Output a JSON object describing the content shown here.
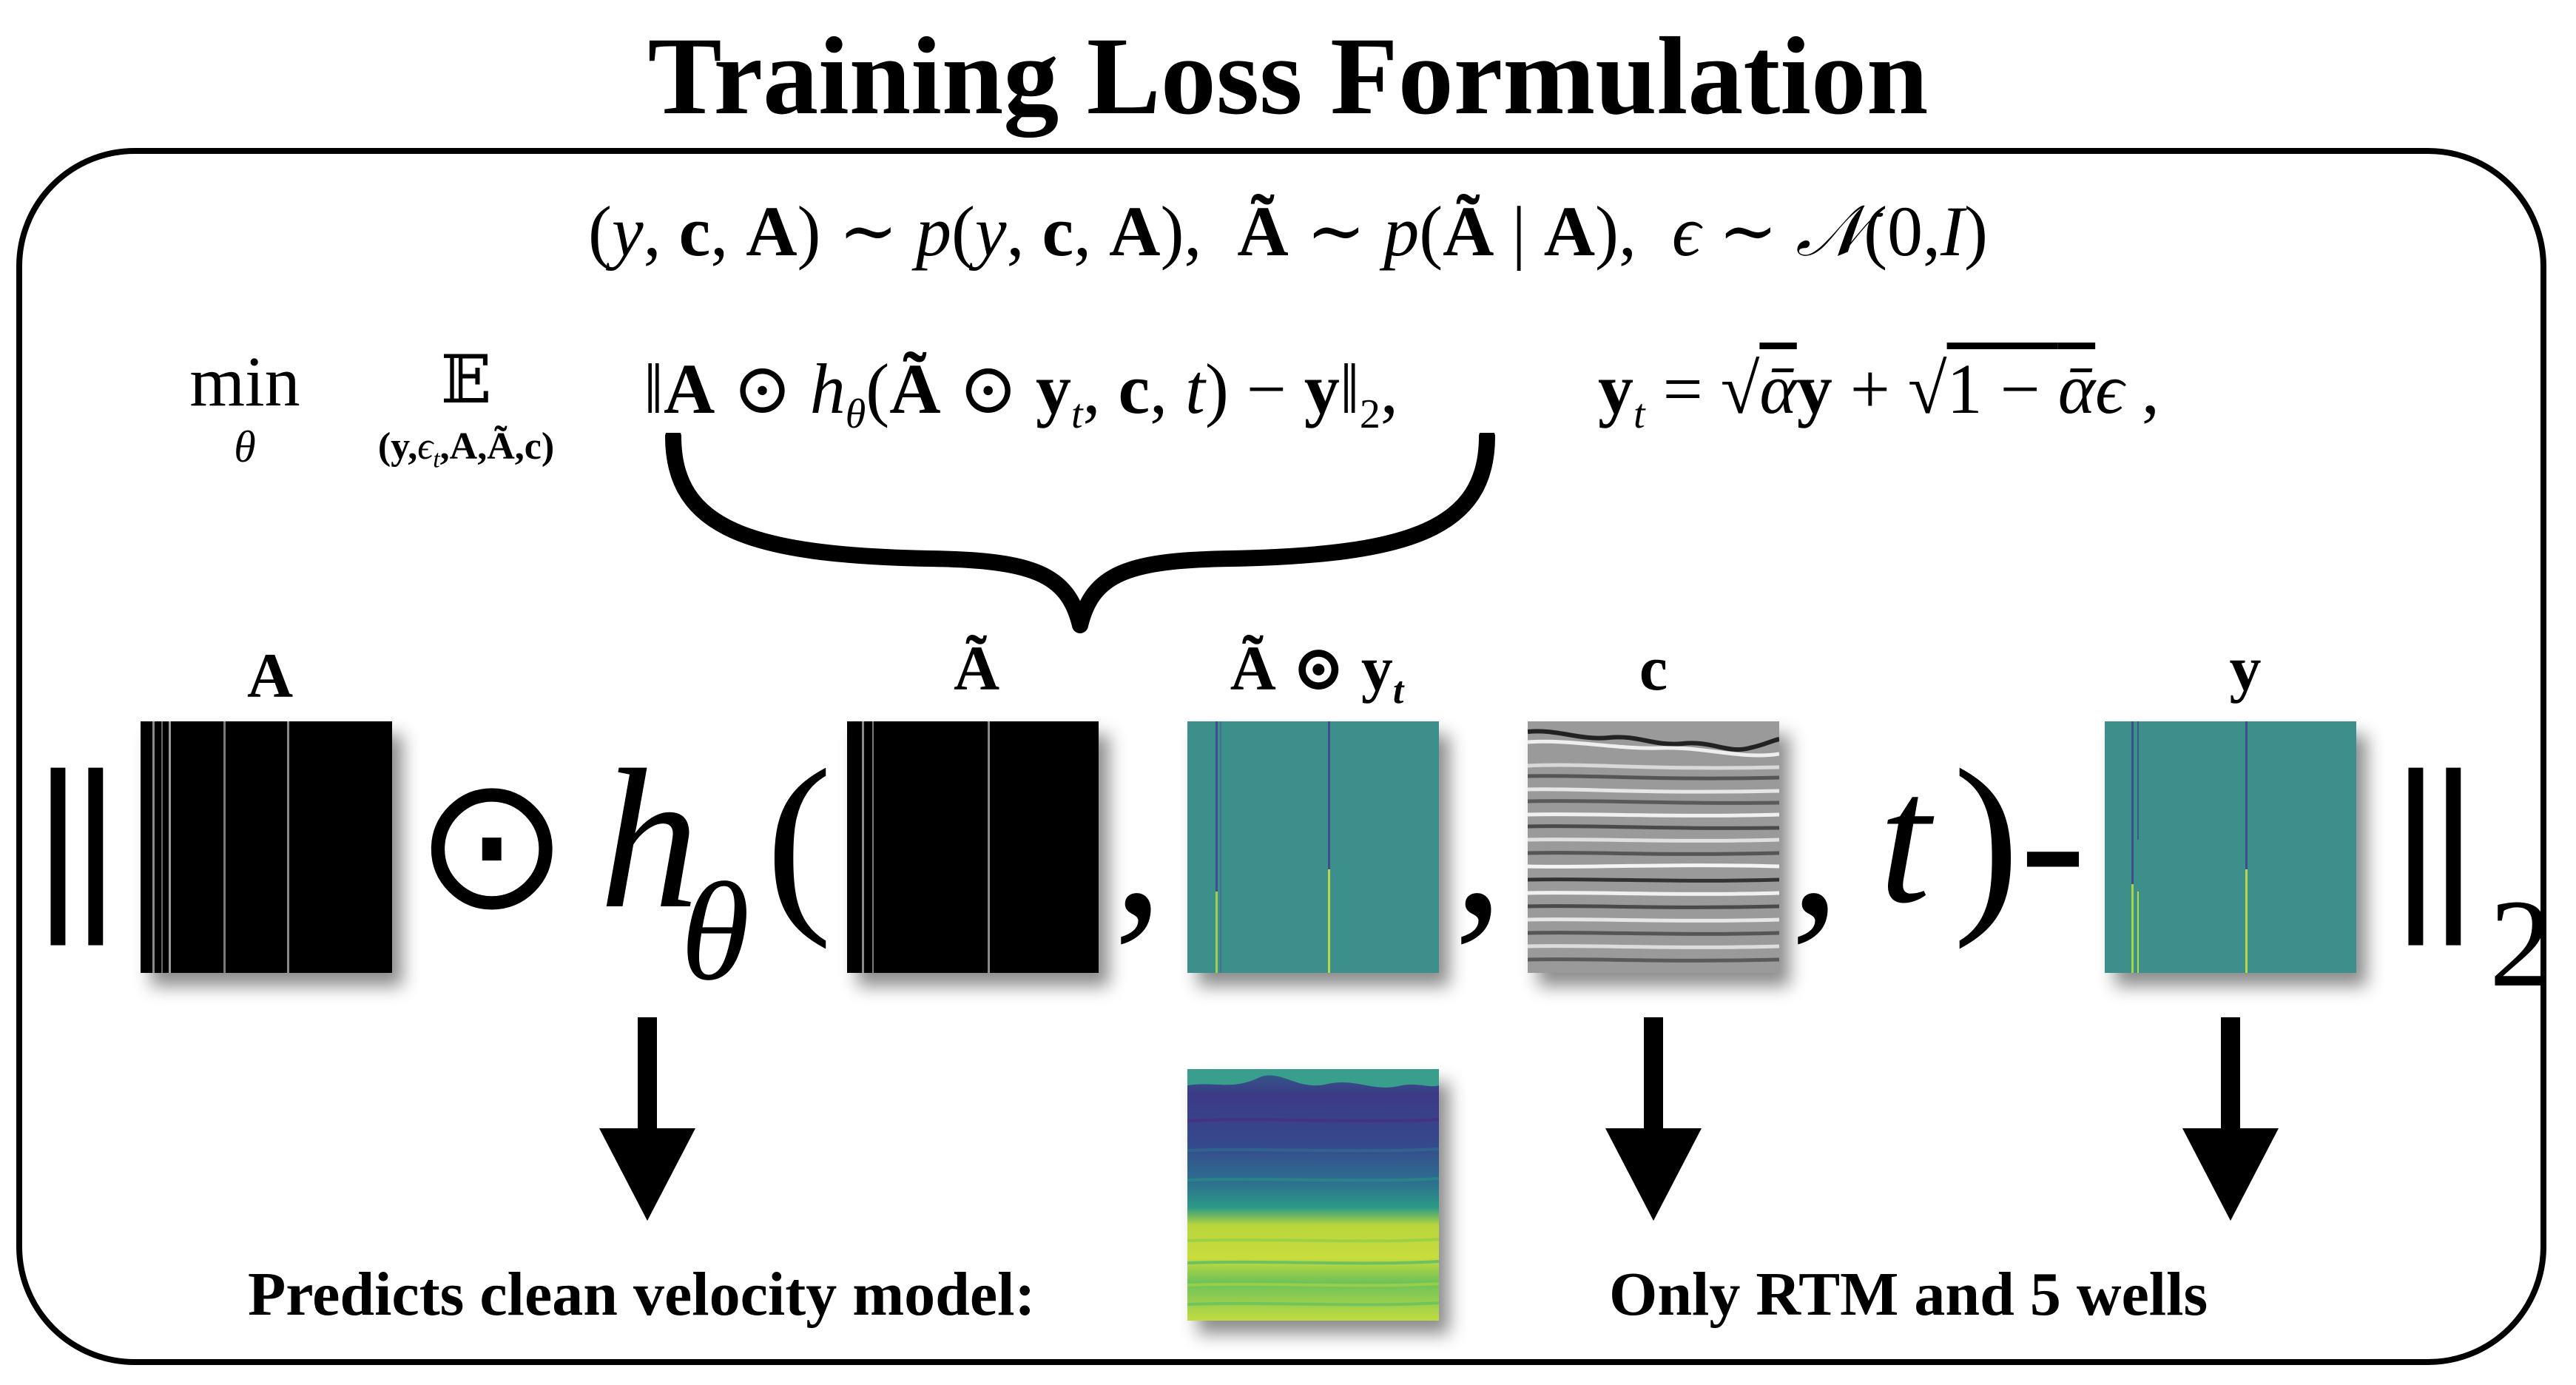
{
  "title": "Training Loss Formulation",
  "eq1": "(y, c, A) ~ p(y, c, A),  Ã ~ p(Ã | A),  ϵ ~ 𝒩(0,I)",
  "eq2": {
    "min": "min",
    "min_sub": "θ",
    "expect": "𝔼",
    "expect_sub": "(y,ϵt,A,Ã,c)",
    "norm": "‖A ⊙ hθ(Ã ⊙ yt, c, t) − y‖2,",
    "yt_def": "yt = √ᾱ y + √(1 − ᾱ) ϵ ,"
  },
  "labels": {
    "A": "A",
    "A_tilde": "Ã",
    "masked_y": "Ã ⊙ yt",
    "c": "c",
    "y": "y"
  },
  "big_expr": {
    "open_norm": "||",
    "odot": "⊙",
    "h": "h",
    "theta": "θ",
    "lparen": "(",
    "comma": ",",
    "t": "t",
    "rparen_minus": ")-",
    "close_norm": "||",
    "sub2": "2"
  },
  "captions": {
    "predicts": "Predicts clean velocity model:",
    "only": "Only RTM and 5 wells"
  },
  "colors": {
    "mask_black": "#000000",
    "teal": "#3d8f8b",
    "viridis_dark": "#3b3a86",
    "viridis_yellow": "#c9dc3c"
  },
  "icons": [
    "down-arrow-icon",
    "curly-brace-icon"
  ]
}
